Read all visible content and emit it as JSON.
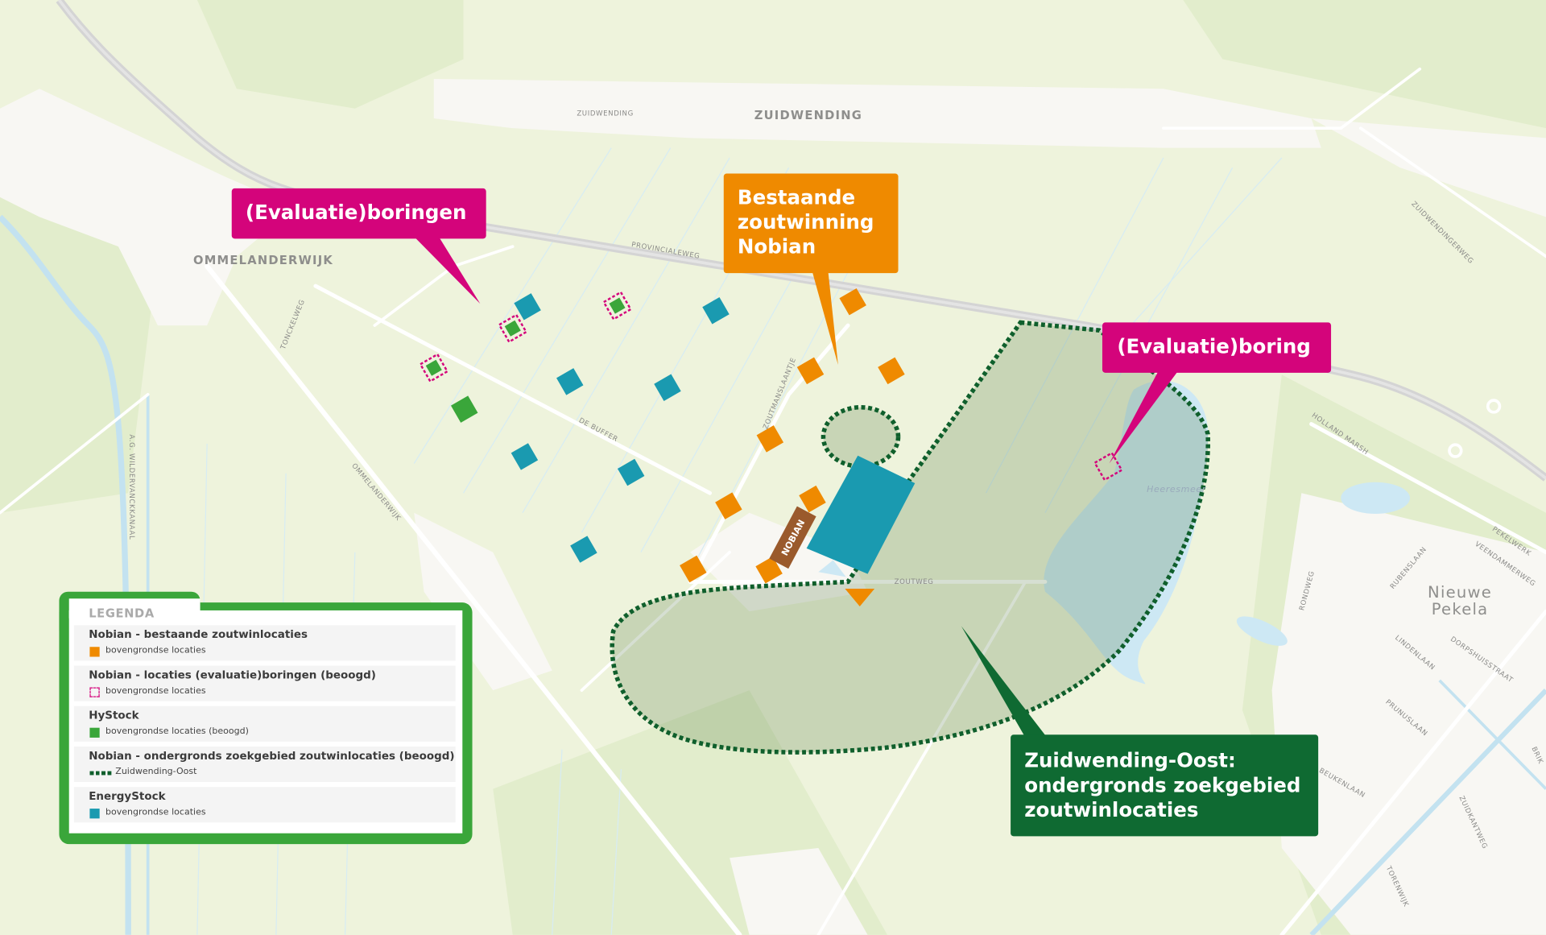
{
  "colors": {
    "background": "#eef3dc",
    "built_up": "#f8f7f3",
    "water": "#cde8f4",
    "road_main": "#d6d6d6",
    "nobian_orange": "#ef8a00",
    "evaluation_magenta": "#d4047b",
    "hystock_green": "#3aa63a",
    "energystock_teal": "#1a9ab0",
    "search_area_dark_green": "#0f6a32",
    "nobian_brown": "#9a5a2c"
  },
  "map_labels": {
    "zuidwending_big": "ZUIDWENDING",
    "zuidwending_small": "ZUIDWENDING",
    "ommelanderwijk_town": "OMMELANDERWIJK",
    "provincialeweg": "PROVINCIALEWEG",
    "tonckelweg": "TONCKELWEG",
    "de_buffer": "DE BUFFER",
    "ommelanderwijk_road": "OMMELANDERWIJK",
    "zoutmanslaantje": "ZOUTMANSLAANTJE",
    "zoutweg": "ZOUTWEG",
    "kanaal": "A.G. WILDERVANCKKANAAL",
    "heeresmeer": "Heeresmeer",
    "nieuwe_pekela": "Nieuwe\nPekela",
    "holland_marsh": "HOLLAND MARSH",
    "zuidwendingerweg": "ZUIDWENDINGERWEG",
    "pekelwerk": "PEKELWERK",
    "veendammerweg": "VEENDAMMERWEG",
    "rubenslaan": "RUBENSLAAN",
    "rondweg": "RONDWEG",
    "lindenlaan": "LINDENLAAN",
    "dorpshuisstraat": "DORPSHUISSTRAAT",
    "prunuslaan": "PRUNUSLAAN",
    "beukenlaan": "BEUKENLAAN",
    "zuidkantweg": "ZUIDKANTWEG",
    "torenwijk": "TORENWIJK",
    "brik": "BRIK",
    "nobian_building": "NOBIAN"
  },
  "callouts": {
    "evaluatie_boringen": "(Evaluatie)boringen",
    "bestaande_zoutwinning": "Bestaande\nzoutwinning\nNobian",
    "evaluatie_boring": "(Evaluatie)boring",
    "zuidwending_oost": "Zuidwending-Oost:\nondergronds zoekgebied\nzoutwinlocaties"
  },
  "legend": {
    "title": "LEGENDA",
    "items": [
      {
        "heading": "Nobian - bestaande zoutwinlocaties",
        "sub": "bovengrondse locaties",
        "symbol": "orange-square"
      },
      {
        "heading": "Nobian - locaties (evaluatie)boringen (beoogd)",
        "sub": "bovengrondse locaties",
        "symbol": "magenta-dashed-square"
      },
      {
        "heading": "HyStock",
        "sub": "bovengrondse locaties (beoogd)",
        "symbol": "green-square"
      },
      {
        "heading": "Nobian - ondergronds zoekgebied zoutwinlocaties (beoogd)",
        "sub": "Zuidwending-Oost",
        "symbol": "dark-green-dotted-line"
      },
      {
        "heading": "EnergyStock",
        "sub": "bovengrondse locaties",
        "symbol": "teal-square"
      }
    ]
  }
}
